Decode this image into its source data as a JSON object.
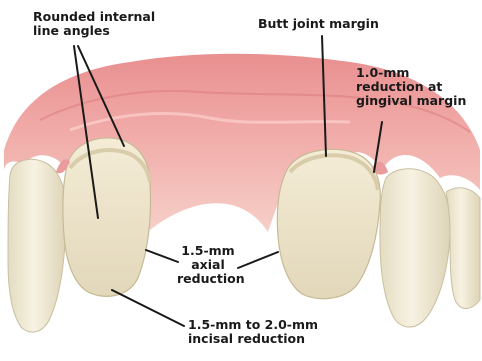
{
  "labels": {
    "rounded_angles": [
      "Rounded internal",
      "line angles"
    ],
    "butt_joint": "Butt joint margin",
    "gingival": [
      "1.0-mm",
      "reduction at",
      "gingival margin"
    ],
    "axial": [
      "1.5-mm",
      "axial",
      "reduction"
    ],
    "incisal": [
      "1.5-mm to 2.0-mm",
      "incisal reduction"
    ]
  },
  "colors": {
    "gum": "#e58e8e",
    "gum_light": "#f4c0bc",
    "gum_dark": "#c9646a",
    "tooth": "#f2ecd8",
    "tooth_shade": "#dcd2b6",
    "prep": "#efe6cf",
    "leader": "#1a1a1a"
  }
}
